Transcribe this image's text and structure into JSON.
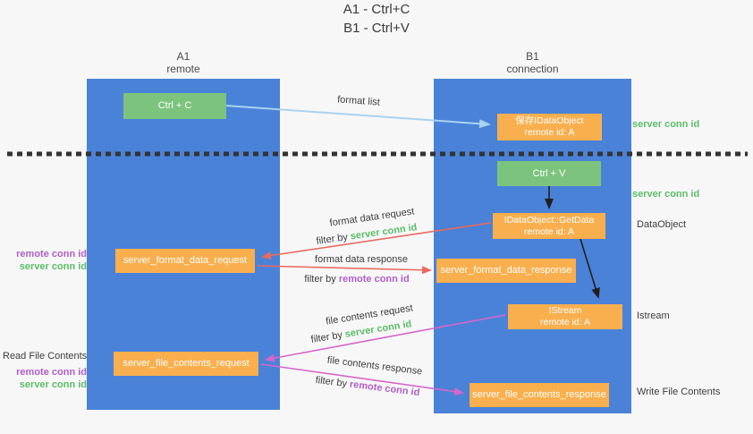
{
  "title": {
    "line1": "A1 - Ctrl+C",
    "line2": "B1 - Ctrl+V"
  },
  "lanes": {
    "left": {
      "name": "A1",
      "subtitle": "remote"
    },
    "right": {
      "name": "B1",
      "subtitle": "connection"
    }
  },
  "nodes": {
    "ctrl_c": {
      "label": "Ctrl + C"
    },
    "ctrl_v": {
      "label": "Ctrl + V"
    },
    "save_dataobject": {
      "line1": "保存IDataObject",
      "line2": "remote id: A"
    },
    "getdata": {
      "line1": "IDataObject::GetData",
      "line2": "remote id: A"
    },
    "istream": {
      "line1": "IStream",
      "line2": "remote id: A"
    },
    "format_request": {
      "label": "server_format_data_request"
    },
    "format_response": {
      "label": "server_format_data_response"
    },
    "file_request": {
      "label": "server_file_contents_request"
    },
    "file_response": {
      "label": "server_file_contents_response"
    }
  },
  "side_labels": {
    "server_conn_id_top": "server conn id",
    "server_conn_id_mid": "server conn id",
    "dataobject": "DataObject",
    "istream": "Istream",
    "read_file_contents": "Read File Contents",
    "write_file_contents": "Write File Contents",
    "ids_format": {
      "remote": "remote conn id",
      "server": "server conn id"
    },
    "ids_file": {
      "remote": "remote conn id",
      "server": "server conn id"
    }
  },
  "arrow_labels": {
    "format_list": "format list",
    "format_data_request": "format data request",
    "format_data_response": "format data response",
    "file_contents_request": "file contents request",
    "file_contents_response": "file contents response",
    "filter_by": "filter by ",
    "server_conn_id": "server conn id",
    "remote_conn_id": "remote conn id"
  },
  "colors": {
    "lane_blue": "#4a82d8",
    "node_orange": "#f9af4d",
    "node_green": "#7cc47e",
    "arrow_red": "#e96a5f",
    "arrow_pink": "#d666c8",
    "arrow_light_blue": "#a9d2f0",
    "text_green": "#5cbd68",
    "text_purple": "#b05fc9"
  }
}
